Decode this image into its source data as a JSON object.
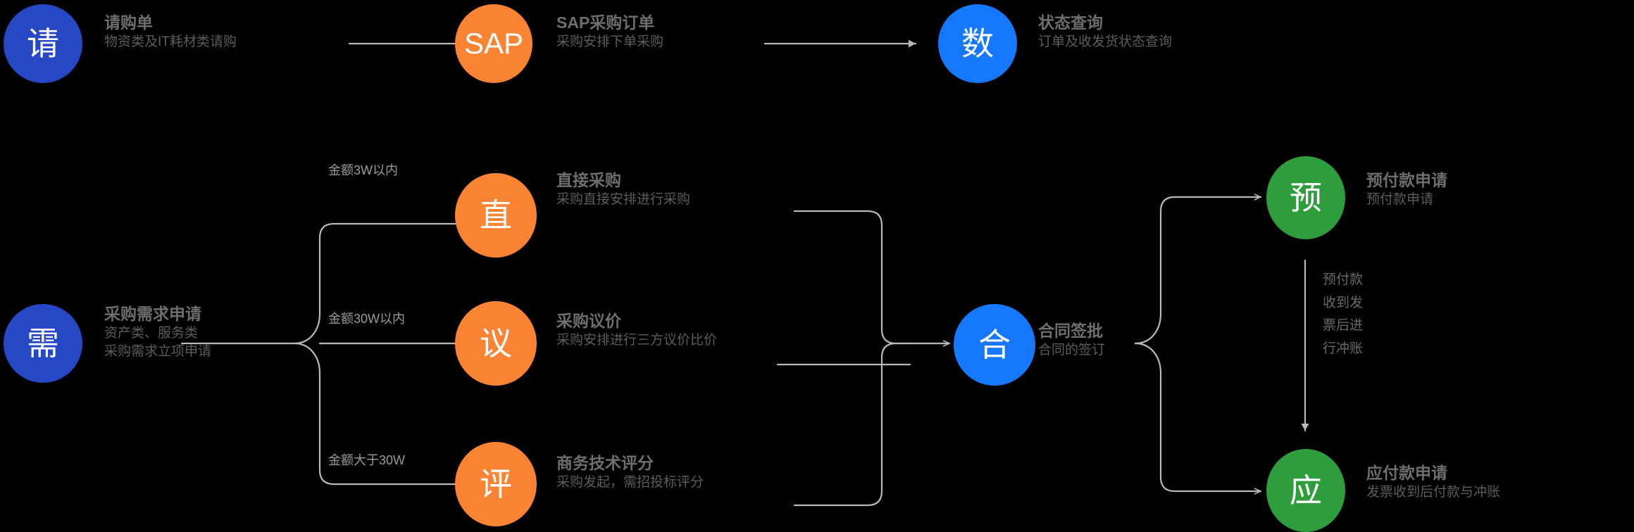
{
  "diagram": {
    "background": "#000000",
    "colors": {
      "blue_dark": "#2748C4",
      "blue_bright": "#1677FF",
      "orange": "#FA8334",
      "green": "#2E9E3C",
      "wire": "#b9b9b9",
      "title_text": "#6e6e6e",
      "desc_text": "#5d5d5d",
      "edge_label_text": "#9a9a9a"
    },
    "nodes": [
      {
        "id": "qing",
        "glyph": "请",
        "color": "#2748C4",
        "title": "请购单",
        "desc": "物资类及IT耗材类请购"
      },
      {
        "id": "sap",
        "glyph": "SAP",
        "color": "#FA8334",
        "title": "SAP采购订单",
        "desc": "采购安排下单采购"
      },
      {
        "id": "shu",
        "glyph": "数",
        "color": "#1677FF",
        "title": "状态查询",
        "desc": "订单及收发货状态查询"
      },
      {
        "id": "xu",
        "glyph": "需",
        "color": "#2748C4",
        "title": "采购需求申请",
        "desc": "资产类、服务类",
        "desc2": "采购需求立项申请"
      },
      {
        "id": "zhi",
        "glyph": "直",
        "color": "#FA8334",
        "title": "直接采购",
        "desc": "采购直接安排进行采购"
      },
      {
        "id": "yi",
        "glyph": "议",
        "color": "#FA8334",
        "title": "采购议价",
        "desc": "采购安排进行三方议价比价"
      },
      {
        "id": "ping",
        "glyph": "评",
        "color": "#FA8334",
        "title": "商务技术评分",
        "desc": "采购发起，需招投标评分"
      },
      {
        "id": "he",
        "glyph": "合",
        "color": "#1677FF",
        "title": "合同签批",
        "desc": "合同的签订"
      },
      {
        "id": "yu",
        "glyph": "预",
        "color": "#2E9E3C",
        "title": "预付款申请",
        "desc": "预付款申请"
      },
      {
        "id": "ying",
        "glyph": "应",
        "color": "#2E9E3C",
        "title": "应付款申请",
        "desc": "发票收到后付款与冲账"
      }
    ],
    "edge_labels": {
      "branch_top": "金额3W以内",
      "branch_mid": "金额30W以内",
      "branch_bottom": "金额大于30W"
    },
    "vertical_note": {
      "lines": [
        "预付款",
        "收到发",
        "票后进",
        "行冲账"
      ],
      "full": "预付款收到发票后进行冲账"
    }
  }
}
